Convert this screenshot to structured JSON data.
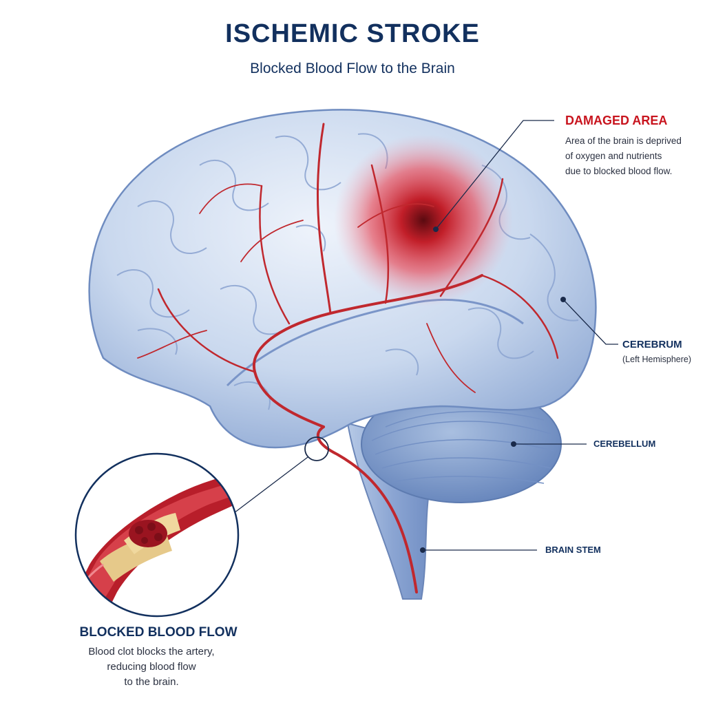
{
  "header": {
    "title": "ISCHEMIC STROKE",
    "subtitle": "Blocked Blood Flow to the Brain"
  },
  "labels": {
    "damaged": {
      "title": "DAMAGED AREA",
      "lines": [
        "Area of the brain is deprived",
        "of oxygen and nutrients",
        "due to blocked blood flow."
      ]
    },
    "cerebrum": {
      "title": "CEREBRUM",
      "subtitle": "(Left Hemisphere)"
    },
    "cerebellum": {
      "title": "CEREBELLUM"
    },
    "brainstem": {
      "title": "BRAIN STEM"
    },
    "blocked": {
      "title": "BLOCKED BLOOD FLOW",
      "lines": [
        "Blood clot blocks the artery,",
        "reducing blood flow",
        "to the brain."
      ]
    }
  },
  "colors": {
    "title": "#12305e",
    "damage_red": "#c8141e",
    "brain_blue": "#b9cbe6",
    "artery_red": "#c0282e",
    "plaque": "#e6c98a"
  }
}
